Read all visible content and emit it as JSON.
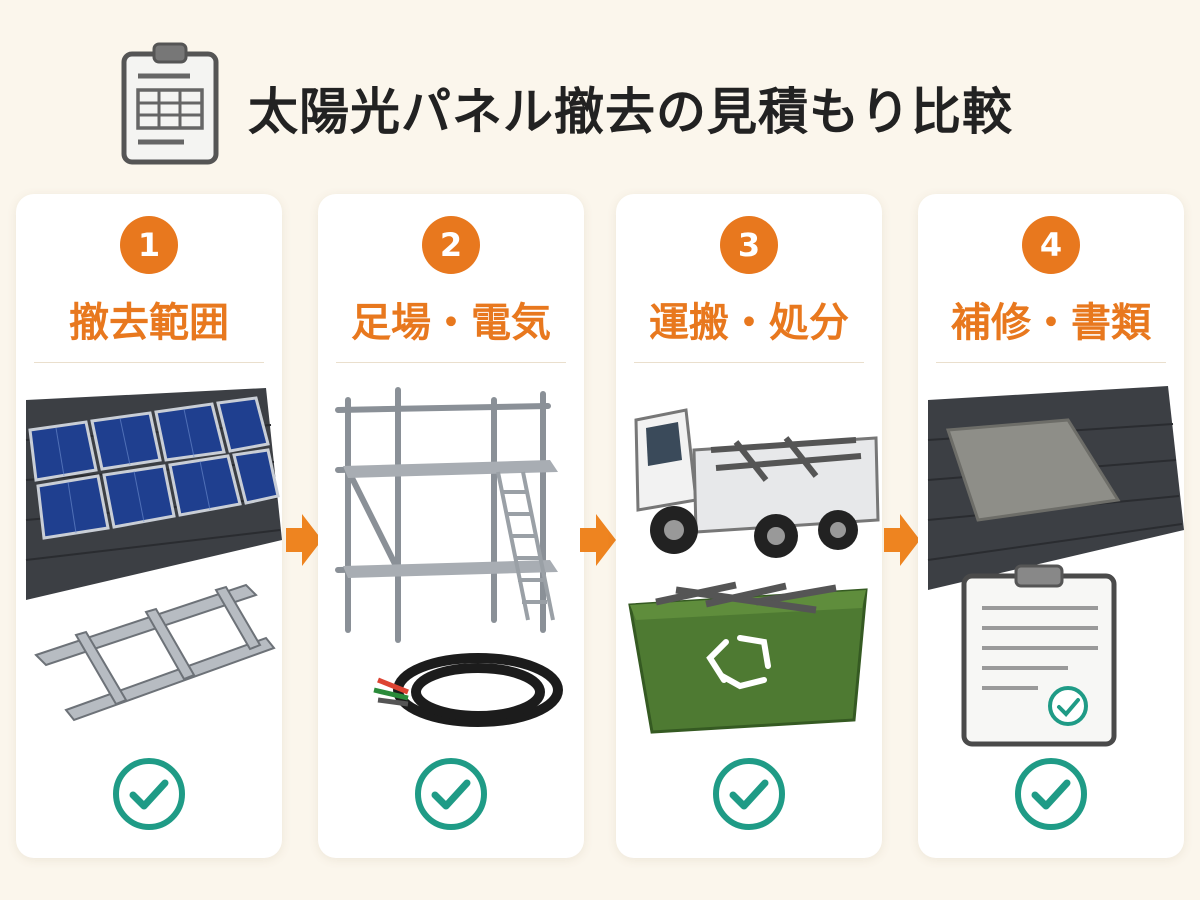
{
  "header": {
    "title": "太陽光パネル撤去の見積もり比較",
    "icon": "clipboard-table-icon"
  },
  "steps": [
    {
      "number": "1",
      "label": "撤去範囲",
      "illustration": "solar-panels-and-rails"
    },
    {
      "number": "2",
      "label": "足場・電気",
      "illustration": "scaffolding-and-cable"
    },
    {
      "number": "3",
      "label": "運搬・処分",
      "illustration": "truck-and-recycle-bin"
    },
    {
      "number": "4",
      "label": "補修・書類",
      "illustration": "roof-patch-and-document"
    }
  ],
  "colors": {
    "accent": "#e8781e",
    "check": "#1f9b86",
    "background": "#fbf6ec",
    "card": "#ffffff"
  }
}
